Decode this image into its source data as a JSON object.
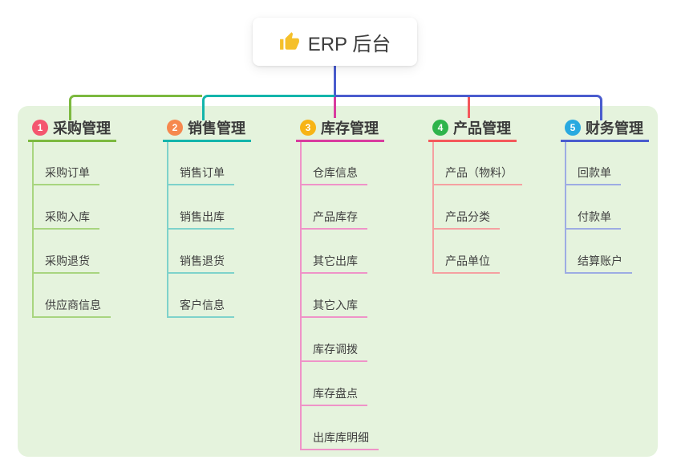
{
  "canvas": {
    "background": "#ffffff",
    "panel_background": "#e5f3dd"
  },
  "root": {
    "label": "ERP 后台",
    "icon": "thumbs-up-icon",
    "icon_color": "#f5c02a",
    "stem_color": "#4a5cce"
  },
  "branches": [
    {
      "number": "1",
      "label": "采购管理",
      "badge_color": "#f4566f",
      "line_color": "#7cb93f",
      "child_line_color": "#a8d57f",
      "children": [
        "采购订单",
        "采购入库",
        "采购退货",
        "供应商信息"
      ]
    },
    {
      "number": "2",
      "label": "销售管理",
      "badge_color": "#f6884e",
      "line_color": "#13b5ab",
      "child_line_color": "#7ed2cb",
      "children": [
        "销售订单",
        "销售出库",
        "销售退货",
        "客户信息"
      ]
    },
    {
      "number": "3",
      "label": "库存管理",
      "badge_color": "#f7b415",
      "line_color": "#d93b9f",
      "child_line_color": "#ef93c8",
      "children": [
        "仓库信息",
        "产品库存",
        "其它出库",
        "其它入库",
        "库存调拨",
        "库存盘点",
        "出库库明细"
      ]
    },
    {
      "number": "4",
      "label": "产品管理",
      "badge_color": "#2eb44b",
      "line_color": "#f4585b",
      "child_line_color": "#f5a0a1",
      "children": [
        "产品（物料）",
        "产品分类",
        "产品单位"
      ]
    },
    {
      "number": "5",
      "label": "财务管理",
      "badge_color": "#28a9e0",
      "line_color": "#4a5cce",
      "child_line_color": "#9dace3",
      "children": [
        "回款单",
        "付款单",
        "结算账户"
      ]
    }
  ]
}
